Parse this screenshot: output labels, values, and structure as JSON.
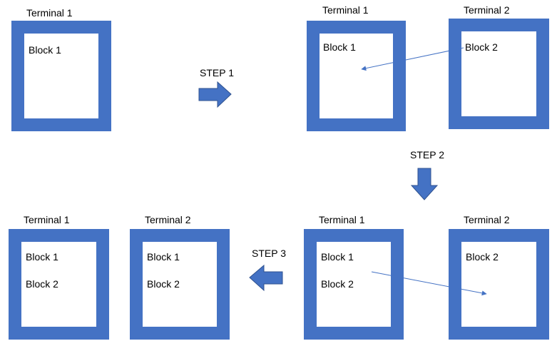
{
  "colors": {
    "terminal_border": "#4472C4",
    "arrow_fill": "#4472C4",
    "arrow_stroke": "#2F528F",
    "connector_line": "#4472C4"
  },
  "stages": {
    "initial": {
      "terminal1": {
        "title": "Terminal 1",
        "blocks": [
          "Block 1"
        ]
      }
    },
    "after_step1": {
      "terminal1": {
        "title": "Terminal 1",
        "blocks": [
          "Block 1"
        ]
      },
      "terminal2": {
        "title": "Terminal 2",
        "blocks": [
          "Block 2"
        ]
      }
    },
    "after_step2": {
      "terminal1": {
        "title": "Terminal 1",
        "blocks": [
          "Block 1",
          "Block 2"
        ]
      },
      "terminal2": {
        "title": "Terminal 2",
        "blocks": [
          "Block 2"
        ]
      }
    },
    "after_step3": {
      "terminal1": {
        "title": "Terminal 1",
        "blocks": [
          "Block 1",
          "Block 2"
        ]
      },
      "terminal2": {
        "title": "Terminal 2",
        "blocks": [
          "Block 1",
          "Block 2"
        ]
      }
    }
  },
  "steps": {
    "step1": {
      "label": "STEP 1",
      "direction": "right",
      "icon": "arrow-right-icon"
    },
    "step2": {
      "label": "STEP 2",
      "direction": "down",
      "icon": "arrow-down-icon"
    },
    "step3": {
      "label": "STEP 3",
      "direction": "left",
      "icon": "arrow-left-icon"
    }
  }
}
